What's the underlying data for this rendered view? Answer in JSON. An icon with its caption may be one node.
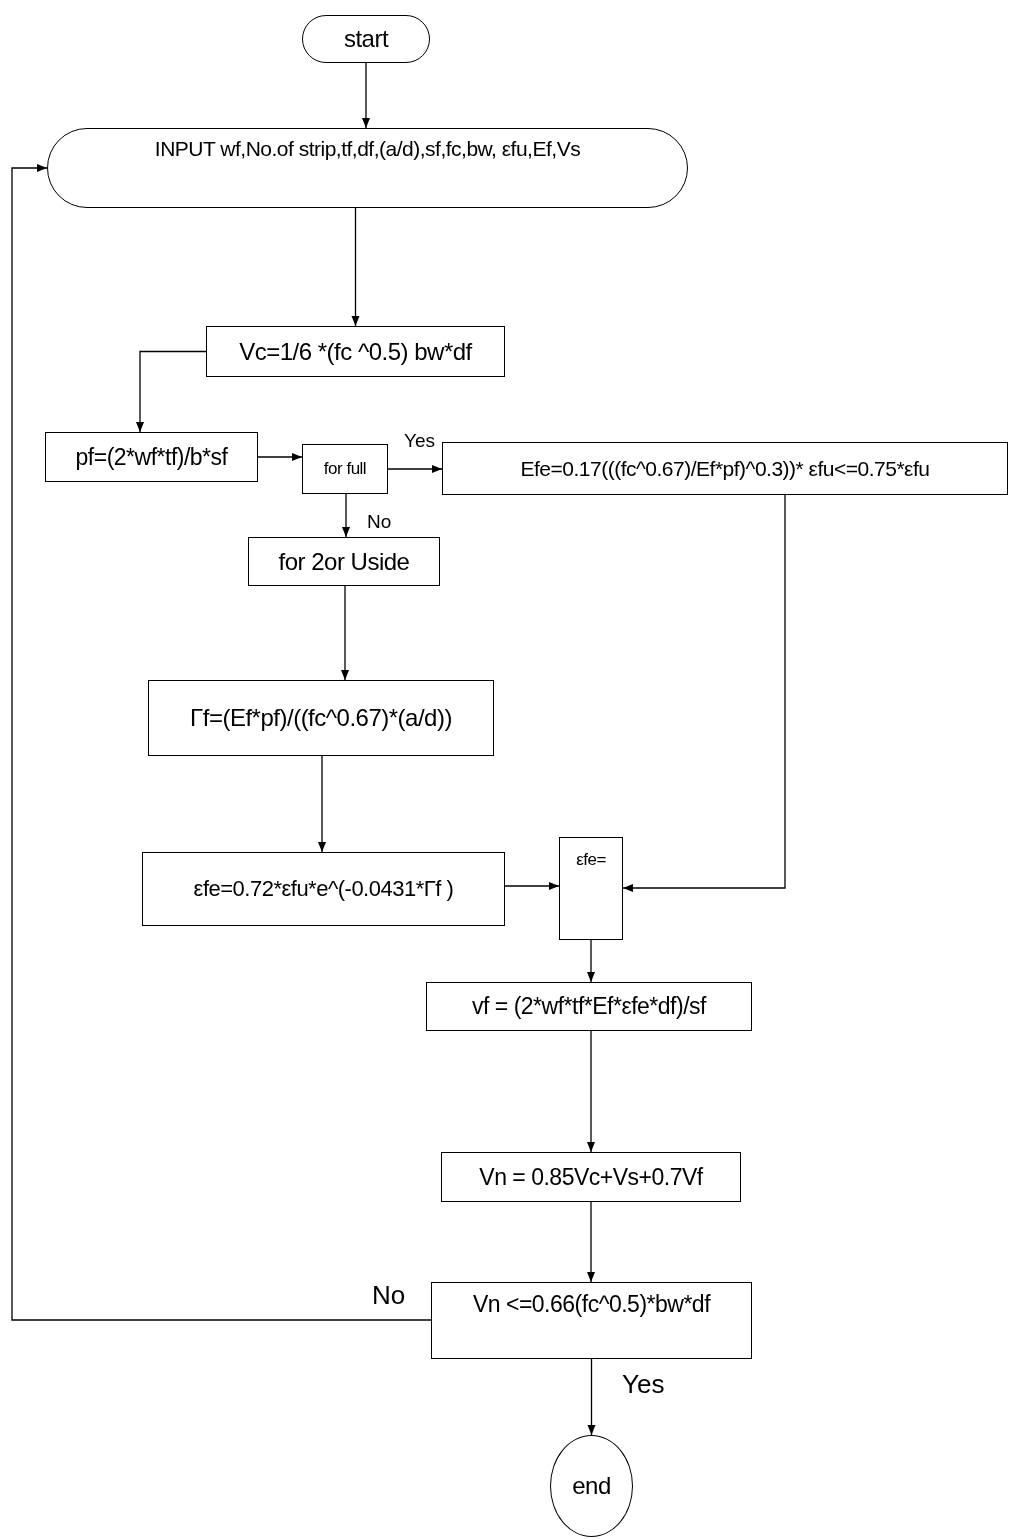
{
  "diagram": {
    "nodes": [
      {
        "text": [
          "start"
        ]
      },
      {
        "text": [
          "INPUT wf,No.of strip,tf,df,(a/d),sf,fc,bw, εfu,Ef,Vs"
        ]
      },
      {
        "text": [
          "Vc=1/6 *(fc ^0.5) bw*df"
        ]
      },
      {
        "text": [
          "pf=(2*wf*tf)/b*sf"
        ]
      },
      {
        "text": [
          "for full"
        ]
      },
      {
        "text": [
          "Efe=0.17(((fc^0.67)/Ef*pf)^0.3))* εfu<=0.75*εfu"
        ]
      },
      {
        "text": [
          "for 2or Uside"
        ]
      },
      {
        "text": [
          "Γf=(Ef*pf)/((fc^0.67)*(a/d))"
        ]
      },
      {
        "text": [
          "εfe=0.72*εfu*e^(-0.0431*Γf )"
        ]
      },
      {
        "text": [
          "εfe="
        ]
      },
      {
        "text": [
          "vf = (2*wf*tf*Ef*εfe*df)/sf"
        ]
      },
      {
        "text": [
          "Vn = 0.85Vc+Vs+0.7Vf"
        ]
      },
      {
        "text": [
          "Vn <=0.66(fc^0.5)*bw*df"
        ]
      },
      {
        "text": [
          "end"
        ]
      }
    ],
    "edges": [
      {
        "from": 0,
        "to": 1,
        "arrow": "to"
      },
      {
        "from": 1,
        "to": 2,
        "arrow": "to"
      },
      {
        "from": 2,
        "to": 3,
        "arrow": "to"
      },
      {
        "from": 3,
        "to": 4,
        "arrow": "to"
      },
      {
        "from": 4,
        "to": 5,
        "arrow": "to",
        "label": "Yes"
      },
      {
        "from": 4,
        "to": 6,
        "arrow": "to",
        "label": "No"
      },
      {
        "from": 6,
        "to": 7,
        "arrow": "to"
      },
      {
        "from": 7,
        "to": 8,
        "arrow": "to"
      },
      {
        "from": 5,
        "to": 9,
        "arrow": "to"
      },
      {
        "from": 8,
        "to": 9,
        "arrow": "to"
      },
      {
        "from": 9,
        "to": 10,
        "arrow": "to"
      },
      {
        "from": 10,
        "to": 11,
        "arrow": "to"
      },
      {
        "from": 11,
        "to": 12,
        "arrow": "to"
      },
      {
        "from": 12,
        "to": 1,
        "arrow": "to",
        "label": "No"
      },
      {
        "from": 12,
        "to": 13,
        "arrow": "to",
        "label": "Yes"
      }
    ]
  }
}
